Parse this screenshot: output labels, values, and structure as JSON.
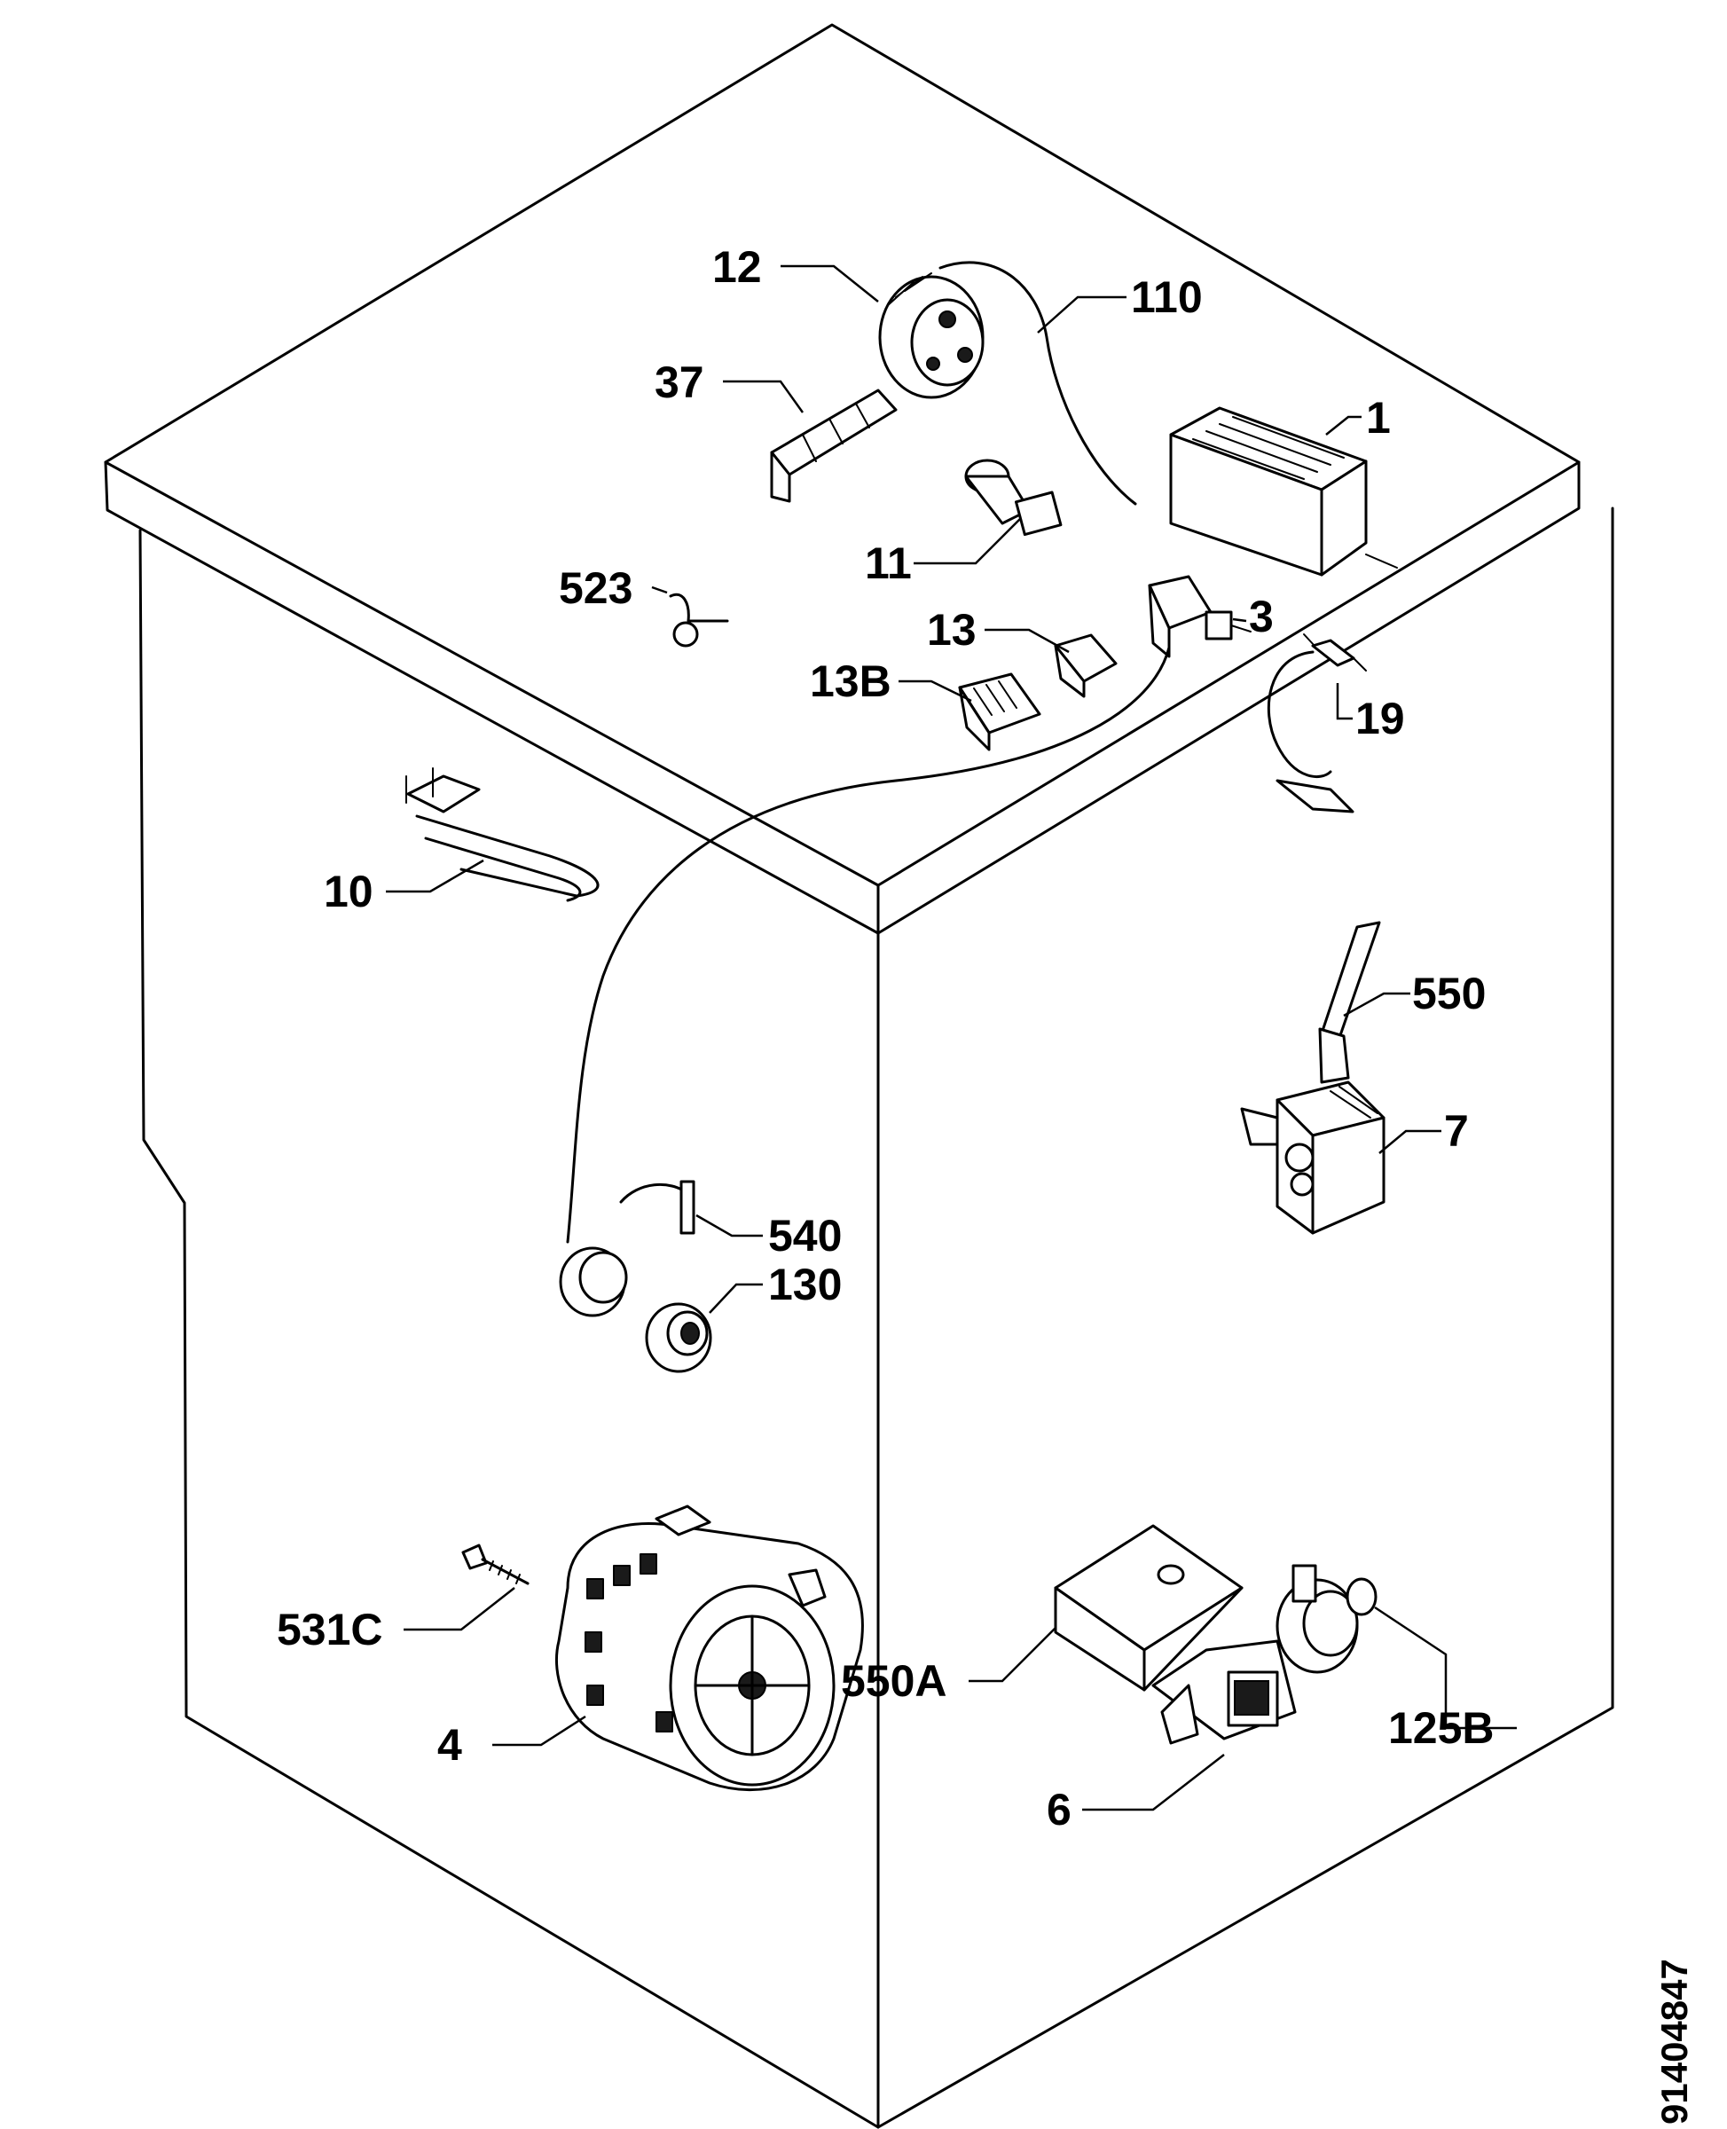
{
  "diagram": {
    "doc_number": "91404847",
    "parts": [
      {
        "id": "p12",
        "label": "12"
      },
      {
        "id": "p110",
        "label": "110"
      },
      {
        "id": "p37",
        "label": "37"
      },
      {
        "id": "p1",
        "label": "1"
      },
      {
        "id": "p11",
        "label": "11"
      },
      {
        "id": "p523",
        "label": "523"
      },
      {
        "id": "p3",
        "label": "3"
      },
      {
        "id": "p13",
        "label": "13"
      },
      {
        "id": "p13B",
        "label": "13B"
      },
      {
        "id": "p19",
        "label": "19"
      },
      {
        "id": "p10",
        "label": "10"
      },
      {
        "id": "p550",
        "label": "550"
      },
      {
        "id": "p7",
        "label": "7"
      },
      {
        "id": "p540",
        "label": "540"
      },
      {
        "id": "p130",
        "label": "130"
      },
      {
        "id": "p531C",
        "label": "531C"
      },
      {
        "id": "p550A",
        "label": "550A"
      },
      {
        "id": "p125B",
        "label": "125B"
      },
      {
        "id": "p4",
        "label": "4"
      },
      {
        "id": "p6",
        "label": "6"
      }
    ]
  }
}
